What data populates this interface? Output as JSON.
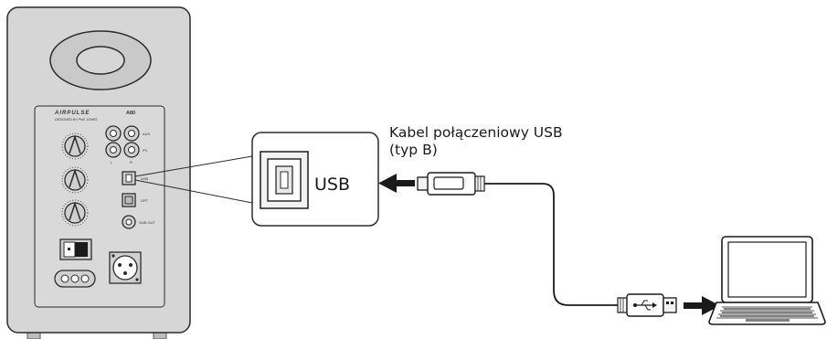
{
  "speaker": {
    "brand": "AIRPULSE",
    "model": "A80",
    "tagline": "DESIGNED BY PHIL JONES",
    "ports": {
      "aux": "AUX",
      "pc": "PC",
      "left": "L",
      "right": "R",
      "usb": "USB",
      "opt": "OPT",
      "sub_out": "SUB OUT"
    }
  },
  "callout": {
    "port_label": "USB"
  },
  "cable": {
    "label_line1": "Kabel połączeniowy USB",
    "label_line2": "(typ B)"
  },
  "colors": {
    "speaker_body": "#d6d6d6",
    "outline": "#2b2b2b",
    "cable": "#1a1a1a"
  }
}
